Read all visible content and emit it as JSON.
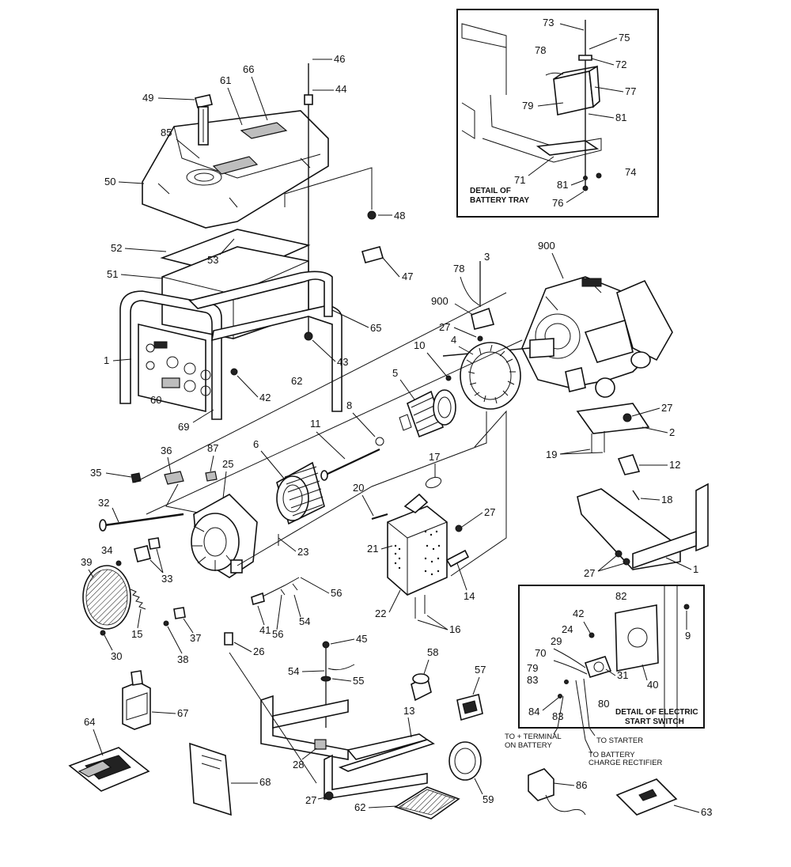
{
  "detail_battery_tray": {
    "title_line1": "DETAIL OF",
    "title_line2": "BATTERY TRAY",
    "callouts": [
      "73",
      "75",
      "78",
      "72",
      "77",
      "79",
      "81",
      "71",
      "74",
      "81",
      "76"
    ]
  },
  "detail_electric_start": {
    "title_line1": "DETAIL OF ELECTRIC",
    "title_line2": "START SWITCH",
    "callouts": [
      "82",
      "42",
      "9",
      "24",
      "29",
      "70",
      "79",
      "83",
      "31",
      "40",
      "84",
      "83",
      "80"
    ]
  },
  "wiring_notes": {
    "to_battery_plus_line1": "TO + TERMINAL",
    "to_battery_plus_line2": "ON BATTERY",
    "to_starter": "TO STARTER",
    "to_rectifier_line1": "TO BATTERY",
    "to_rectifier_line2": "CHARGE RECTIFIER"
  },
  "callouts": {
    "c46": "46",
    "c44": "44",
    "c66": "66",
    "c61": "61",
    "c49": "49",
    "c85": "85",
    "c50": "50",
    "c48": "48",
    "c52": "52",
    "c53": "53",
    "c51": "51",
    "c47": "47",
    "c65": "65",
    "c43": "43",
    "c1a": "1",
    "c42": "42",
    "c62a": "62",
    "c60": "60",
    "c69": "69",
    "c900a": "900",
    "c78": "78",
    "c3": "3",
    "c900b": "900",
    "c27a": "27",
    "c10": "10",
    "c4": "4",
    "c5": "5",
    "c8": "8",
    "c11": "11",
    "c6": "6",
    "c27b": "27",
    "c2": "2",
    "c19": "19",
    "c12": "12",
    "c18": "18",
    "c1b": "1",
    "c27c": "27",
    "c36": "36",
    "c87": "87",
    "c25": "25",
    "c35": "35",
    "c32": "32",
    "c34": "34",
    "c33": "33",
    "c39": "39",
    "c15": "15",
    "c30": "30",
    "c37": "37",
    "c38": "38",
    "c17": "17",
    "c20": "20",
    "c27d": "27",
    "c21": "21",
    "c22": "22",
    "c14": "14",
    "c16": "16",
    "c23": "23",
    "c56a": "56",
    "c54a": "54",
    "c41": "41",
    "c56b": "56",
    "c26": "26",
    "c45": "45",
    "c54b": "54",
    "c55": "55",
    "c58": "58",
    "c57": "57",
    "c67": "67",
    "c64": "64",
    "c68": "68",
    "c13": "13",
    "c28": "28",
    "c27e": "27",
    "c62b": "62",
    "c59": "59",
    "c86": "86",
    "c63": "63"
  }
}
